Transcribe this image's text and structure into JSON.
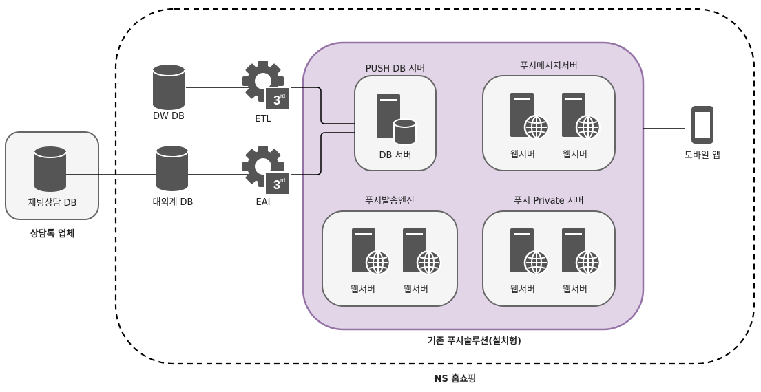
{
  "outer_group": {
    "label": "NS 홈쇼핑"
  },
  "vendor_group": {
    "label": "상담톡 업체",
    "db_label": "채팅상담 DB"
  },
  "push_solution": {
    "label": "기존 푸시솔루션(설치형)"
  },
  "dw_db": {
    "label": "DW DB"
  },
  "ext_db": {
    "label": "대외계 DB"
  },
  "etl": {
    "label": "ETL",
    "badge": "3",
    "badge_sup": "rd"
  },
  "eai": {
    "label": "EAI",
    "badge": "3",
    "badge_sup": "rd"
  },
  "push_db_server": {
    "title": "PUSH DB 서버",
    "server_label": "DB 서버"
  },
  "push_message_server": {
    "title": "푸시메시지서버",
    "servers": [
      "웹서버",
      "웹서버"
    ]
  },
  "push_engine": {
    "title": "푸시발송엔진",
    "servers": [
      "웹서버",
      "웹서버"
    ]
  },
  "push_private_server": {
    "title": "푸시 Private 서버",
    "servers": [
      "웹서버",
      "웹서버"
    ]
  },
  "mobile_app": {
    "label": "모바일 앱"
  },
  "colors": {
    "purple_fill": "#e1d5e7",
    "purple_stroke": "#9673a6",
    "icon": "#555555",
    "box_stroke": "#666666"
  }
}
